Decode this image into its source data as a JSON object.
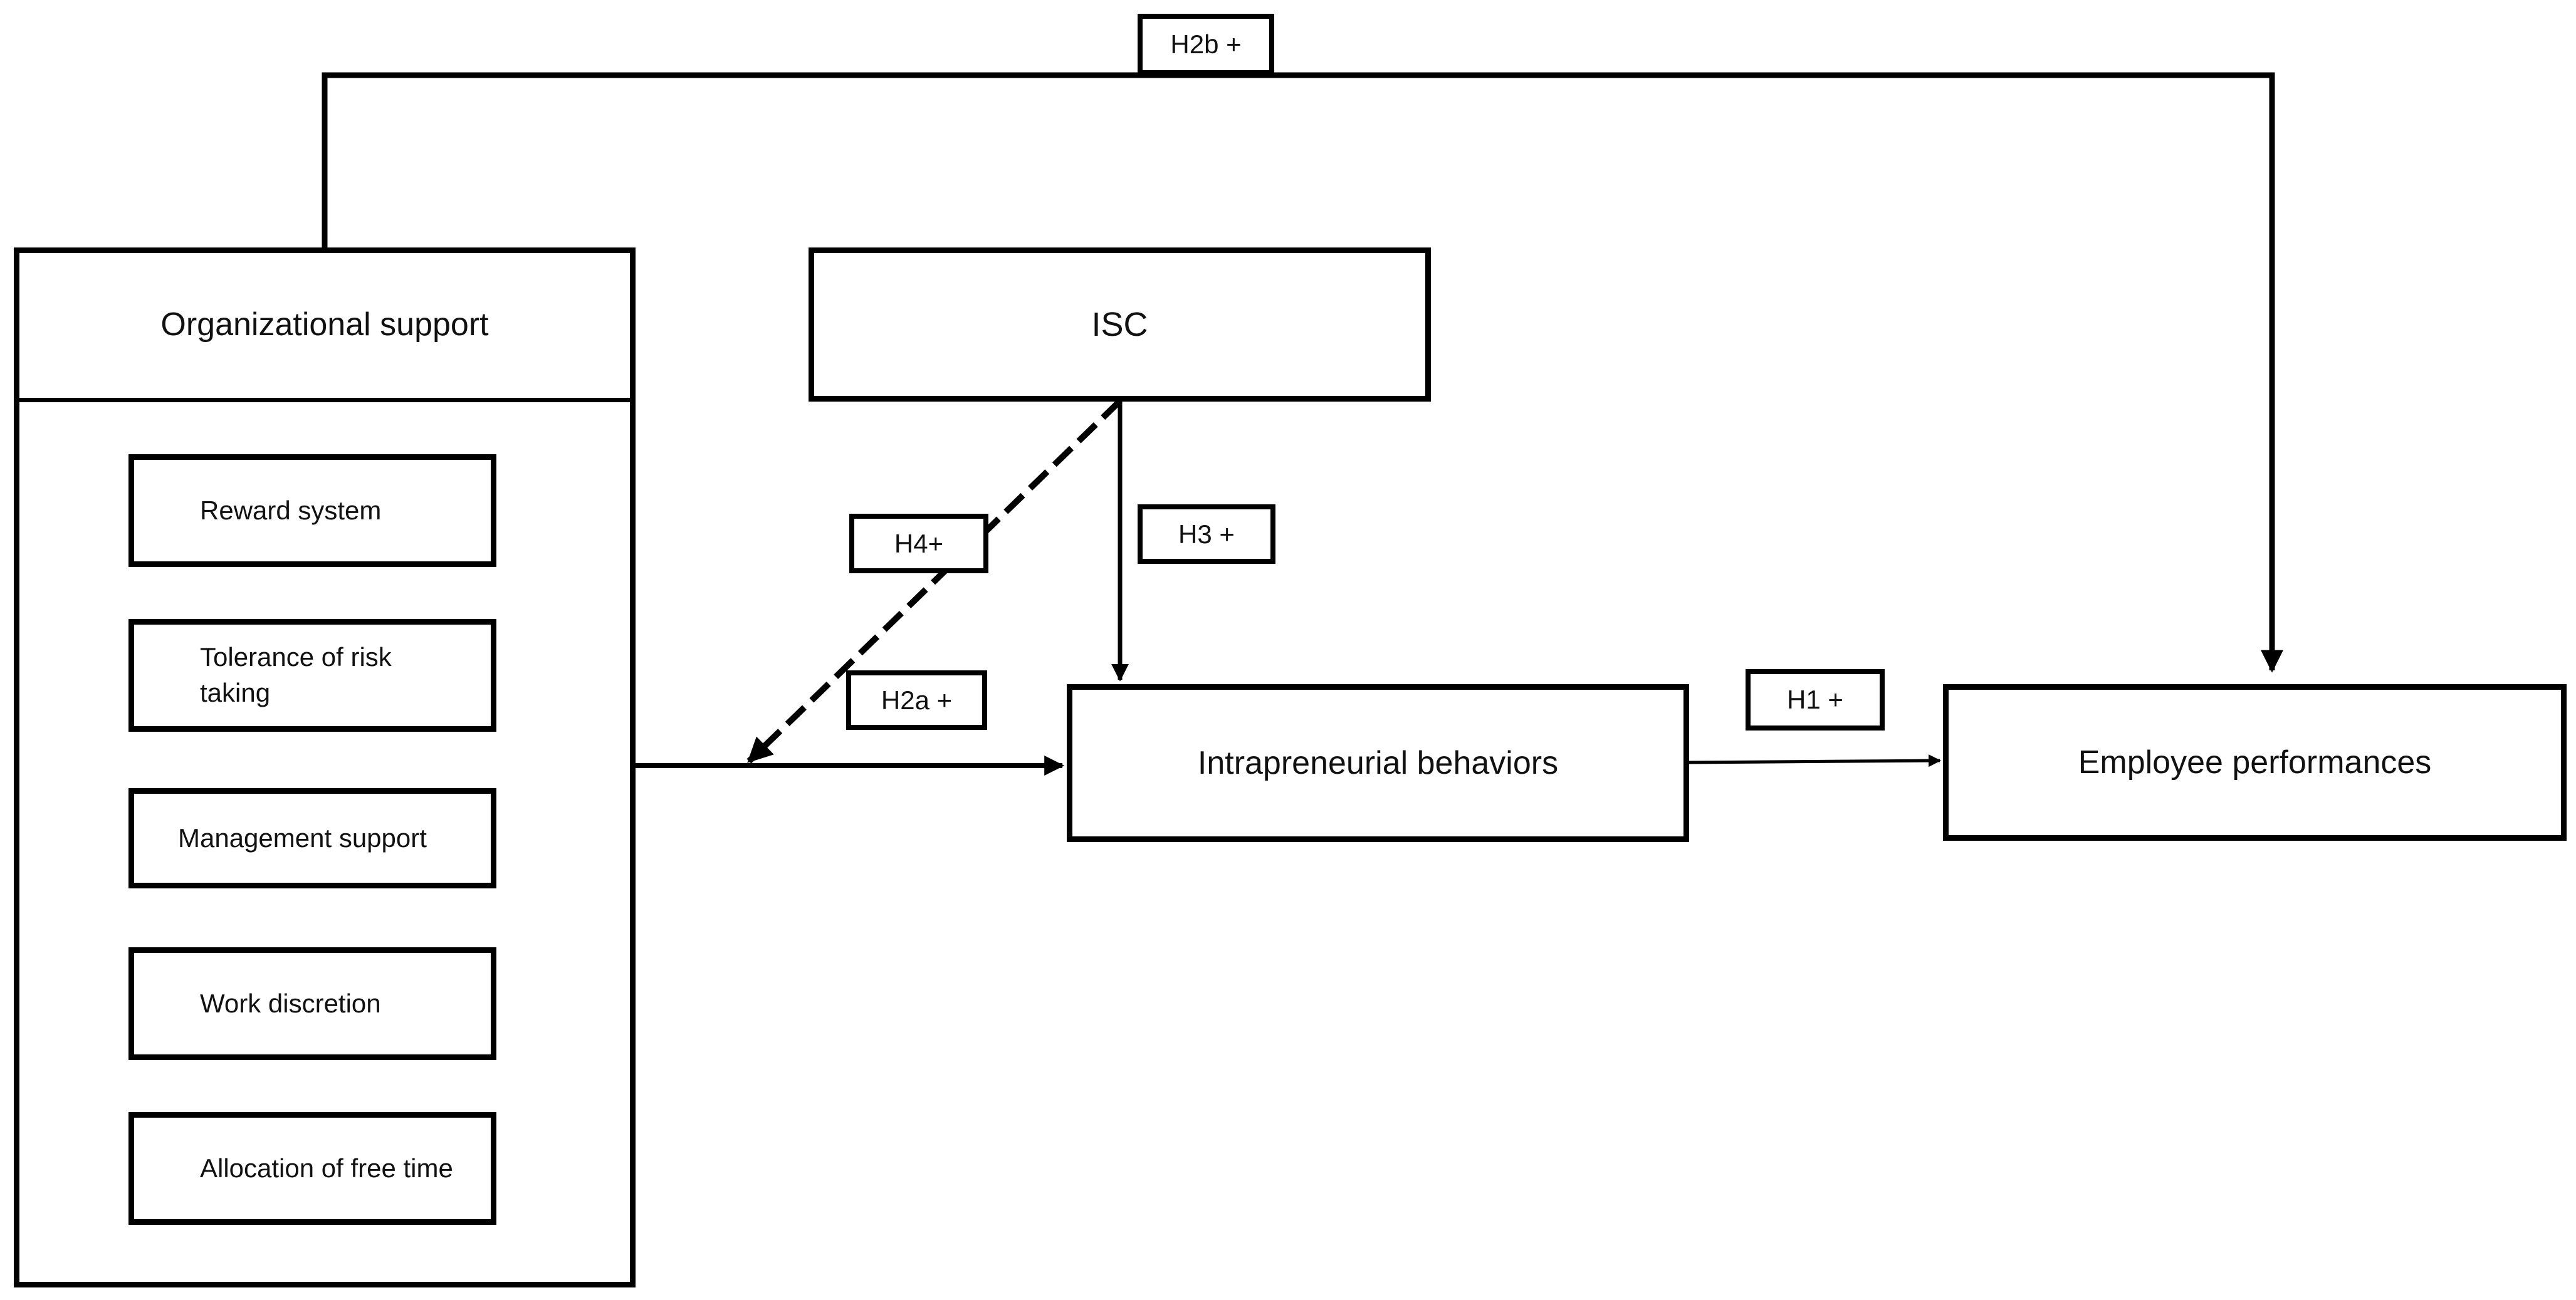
{
  "org_support": {
    "title": "Organizational support",
    "items": [
      "Reward system",
      "Tolerance of risk taking",
      "Management support",
      "Work discretion",
      "Allocation of free time"
    ]
  },
  "isc": {
    "title": "ISC"
  },
  "intrapreneurial": {
    "title": "Intrapreneurial behaviors"
  },
  "employee_perf": {
    "title": "Employee performances"
  },
  "hypotheses": {
    "h2b": "H2b +",
    "h4": "H4+",
    "h3": "H3 +",
    "h2a": "H2a +",
    "h1": "H1 +"
  }
}
